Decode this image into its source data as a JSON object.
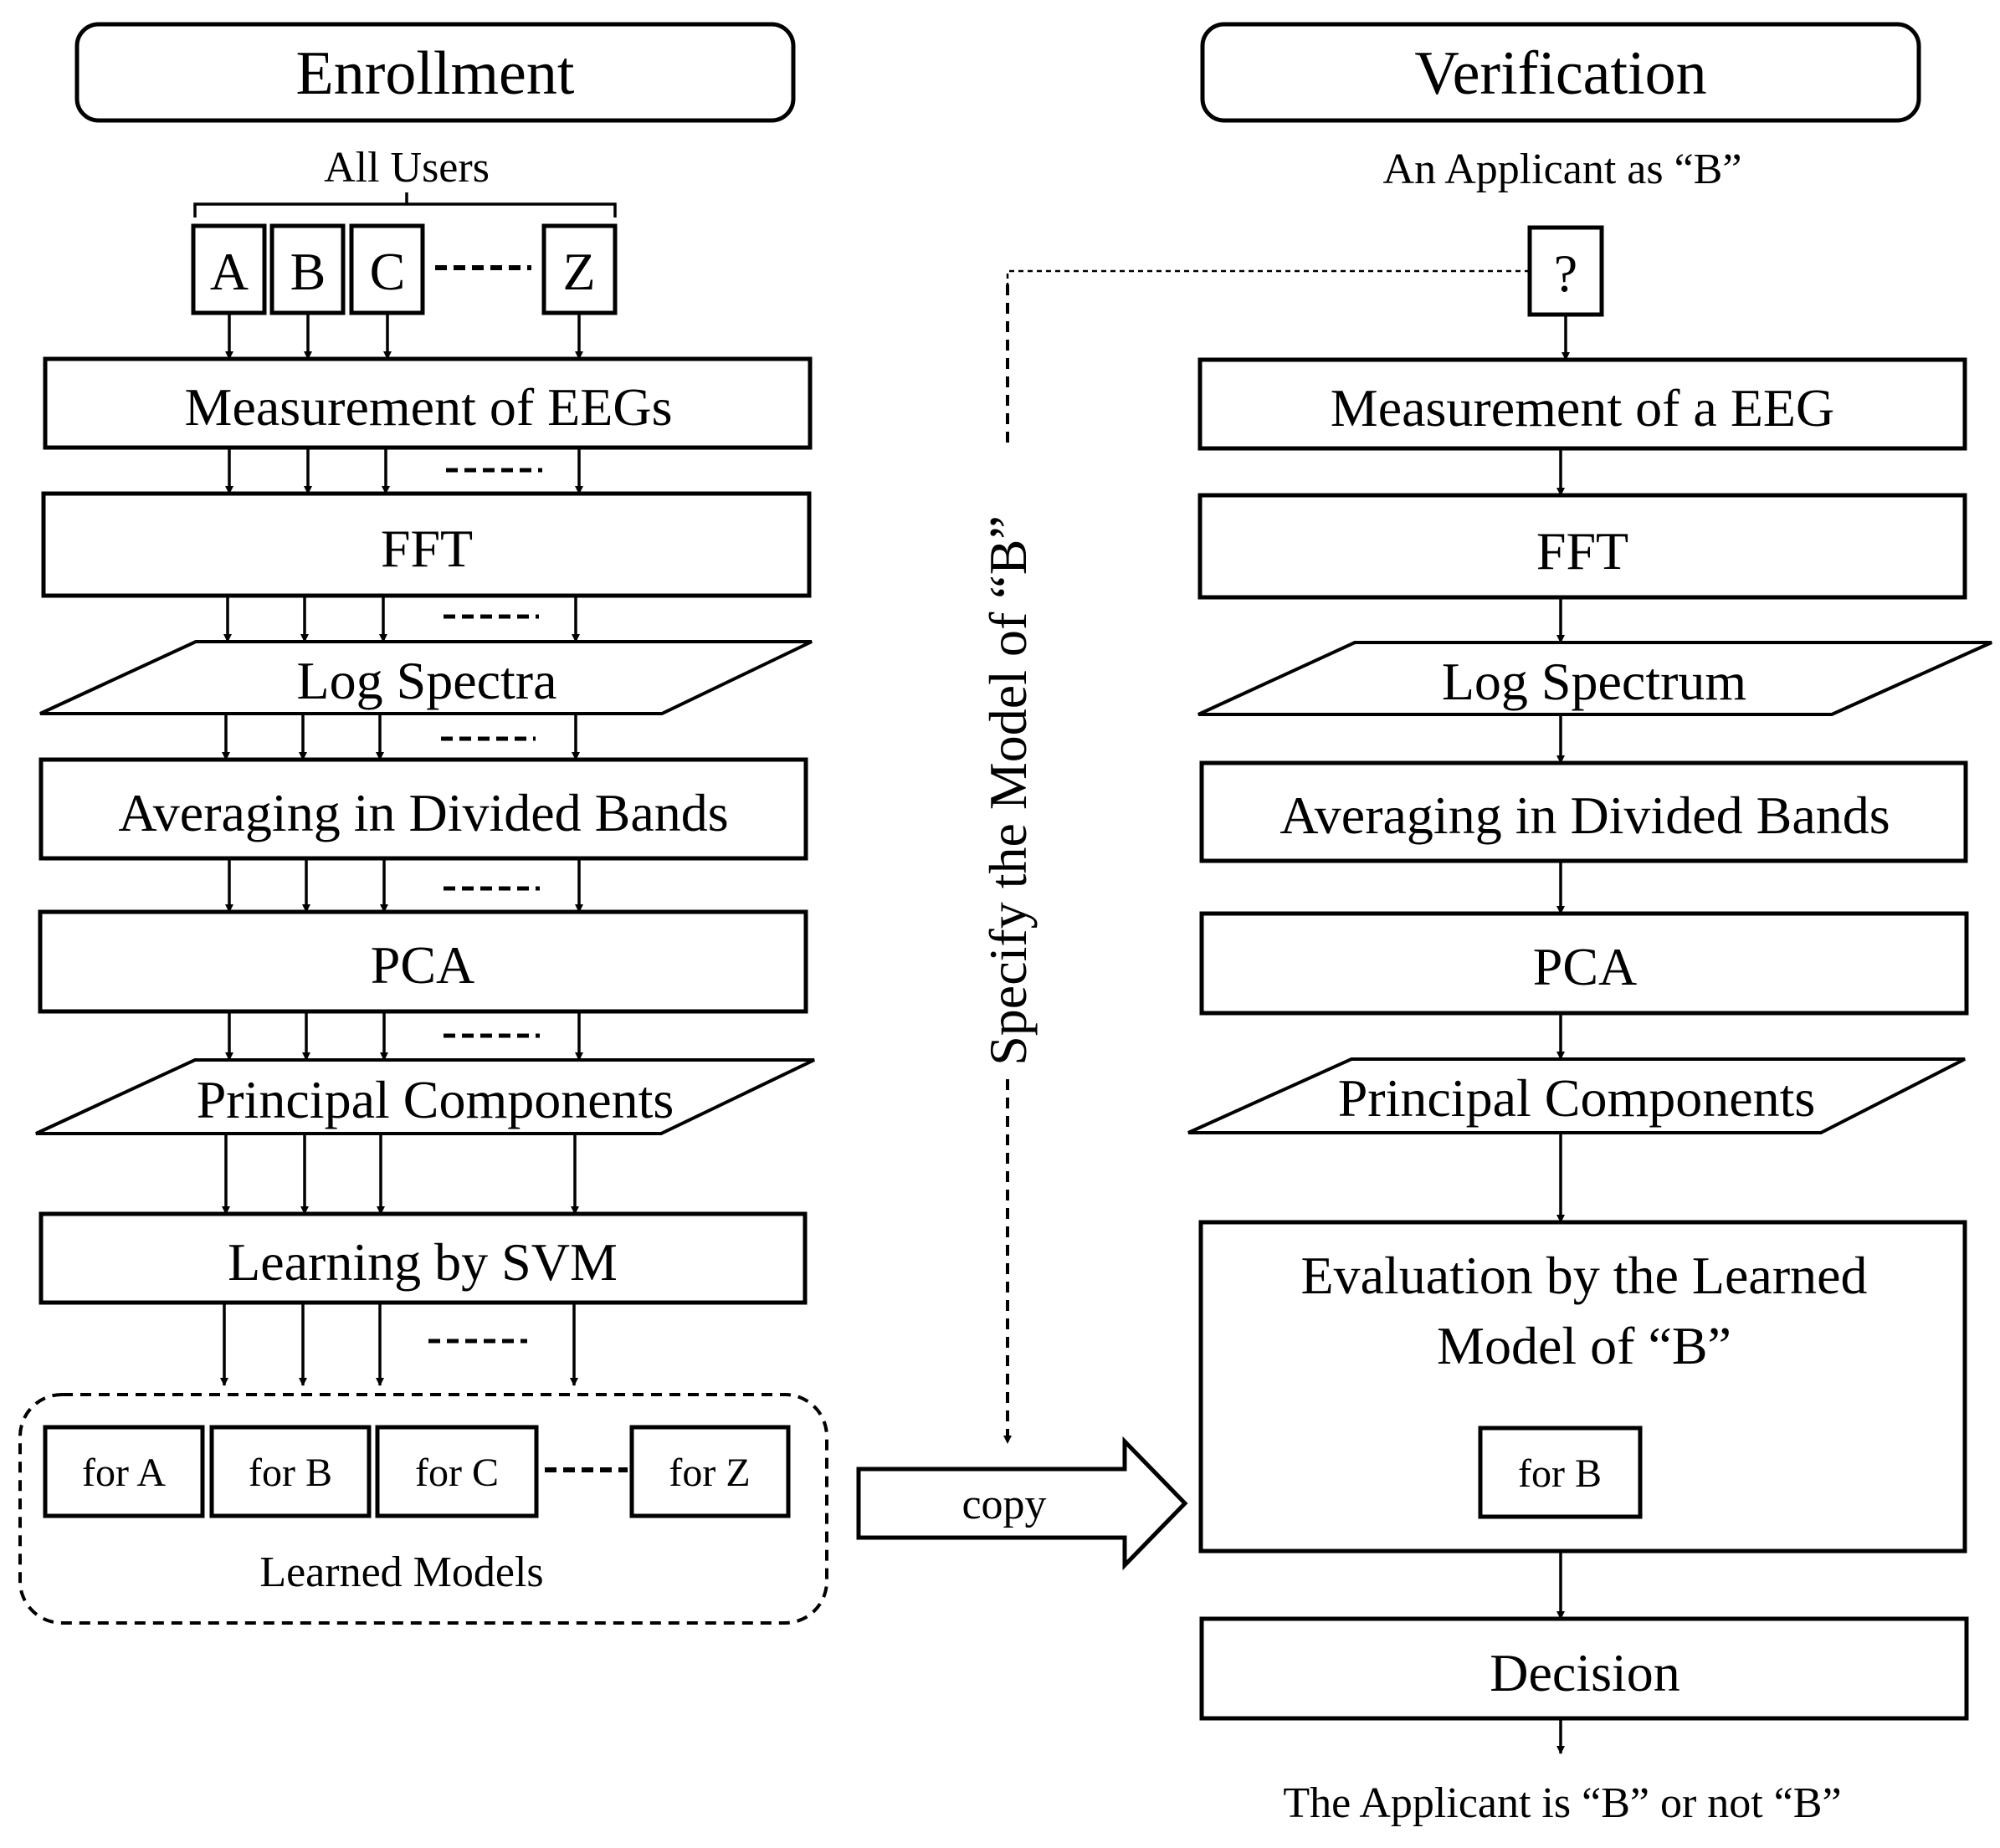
{
  "enrollment": {
    "title": "Enrollment",
    "users_label": "All Users",
    "users": [
      "A",
      "B",
      "C",
      "Z"
    ],
    "steps": {
      "measurement": "Measurement of EEGs",
      "fft": "FFT",
      "log_spectra": "Log Spectra",
      "averaging": "Averaging in Divided Bands",
      "pca": "PCA",
      "principal_components": "Principal Components",
      "learning": "Learning by SVM"
    },
    "models": [
      "for A",
      "for B",
      "for C",
      "for Z"
    ],
    "models_label": "Learned Models"
  },
  "verification": {
    "title": "Verification",
    "applicant_label": "An Applicant as “B”",
    "applicant_symbol": "?",
    "steps": {
      "measurement": "Measurement of a EEG",
      "fft": "FFT",
      "log_spectrum": "Log Spectrum",
      "averaging": "Averaging in Divided Bands",
      "pca": "PCA",
      "principal_components": "Principal Components",
      "evaluation_line1": "Evaluation by the Learned",
      "evaluation_line2": "Model of “B”",
      "evaluation_model": "for B",
      "decision": "Decision"
    },
    "result": "The Applicant is “B” or not “B”"
  },
  "connectors": {
    "copy_label": "copy",
    "specify_label": "Specify the Model of “B”"
  }
}
